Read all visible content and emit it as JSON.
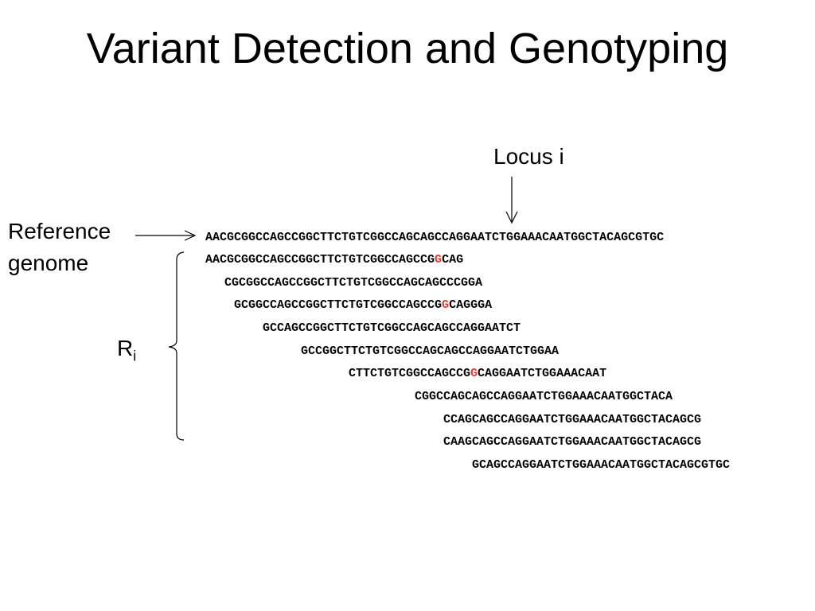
{
  "title": "Variant Detection and Genotyping",
  "locus_label": "Locus i",
  "reference_label": "Reference genome",
  "reads_label": {
    "main": "R",
    "sub": "i"
  },
  "reference_sequence": "AACGCGGCCAGCCGGCTTCTGTCGGCCAGCAGCCAGGAATCTGGAAACAATGGCTACAGCGTGC",
  "reads": [
    {
      "pre": "AACGCGGCCAGCCGGCTTCTGTCGGCCAGCCG",
      "mut": "G",
      "post": "CAG"
    },
    {
      "pre": "CGCGGCCAGCCGGCTTCTGTCGGCCAGCAGCCCGGA",
      "mut": "",
      "post": ""
    },
    {
      "pre": "GCGGCCAGCCGGCTTCTGTCGGCCAGCCG",
      "mut": "G",
      "post": "CAGGGA"
    },
    {
      "pre": "GCCAGCCGGCTTCTGTCGGCCAGCAGCCAGGAATCT",
      "mut": "",
      "post": ""
    },
    {
      "pre": "GCCGGCTTCTGTCGGCCAGCAGCCAGGAATCTGGAA",
      "mut": "",
      "post": ""
    },
    {
      "pre": "CTTCTGTCGGCCAGCCG",
      "mut": "G",
      "post": "CAGGAATCTGGAAACAAT"
    },
    {
      "pre": "CGGCCAGCAGCCAGGAATCTGGAAACAATGGCTACA",
      "mut": "",
      "post": ""
    },
    {
      "pre": "CCAGCAGCCAGGAATCTGGAAACAATGGCTACAGCG",
      "mut": "",
      "post": ""
    },
    {
      "pre": "CAAGCAGCCAGGAATCTGGAAACAATGGCTACAGCG",
      "mut": "",
      "post": ""
    },
    {
      "pre": "GCAGCCAGGAATCTGGAAACAATGGCTACAGCGTGC",
      "mut": "",
      "post": ""
    }
  ],
  "colors": {
    "mutation": "#e53935",
    "text": "#000000"
  }
}
